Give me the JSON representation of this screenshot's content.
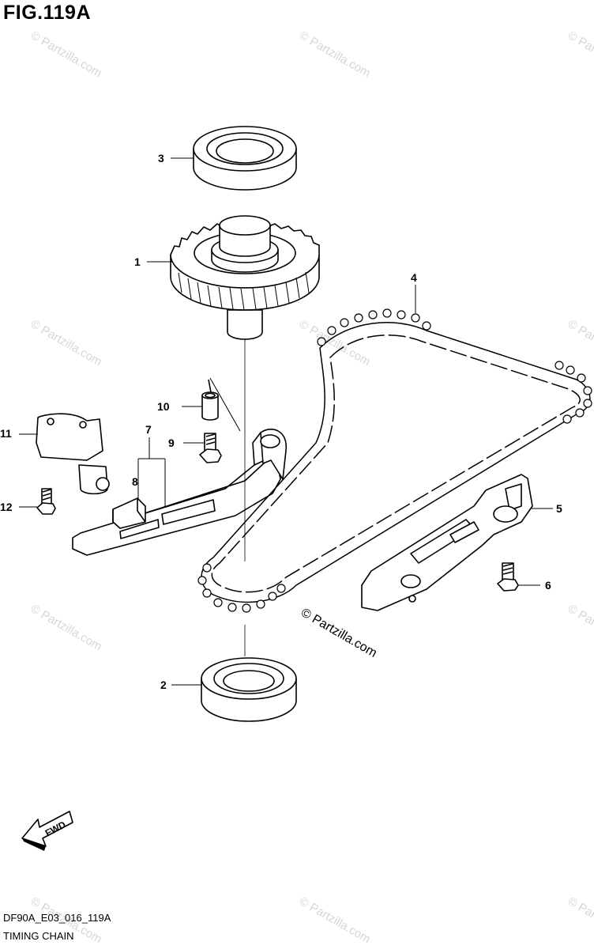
{
  "figure": {
    "title": "FIG.119A",
    "code": "DF90A_E03_016_119A",
    "caption": "TIMING CHAIN"
  },
  "watermark": {
    "text": "© Partzilla.com",
    "main_text": "© Partzilla.com"
  },
  "fwd_label": "FWD",
  "callouts": {
    "c1": "1",
    "c2": "2",
    "c3": "3",
    "c4": "4",
    "c5": "5",
    "c6": "6",
    "c7": "7",
    "c8": "8",
    "c9": "9",
    "c10": "10",
    "c11": "11",
    "c12": "12"
  }
}
